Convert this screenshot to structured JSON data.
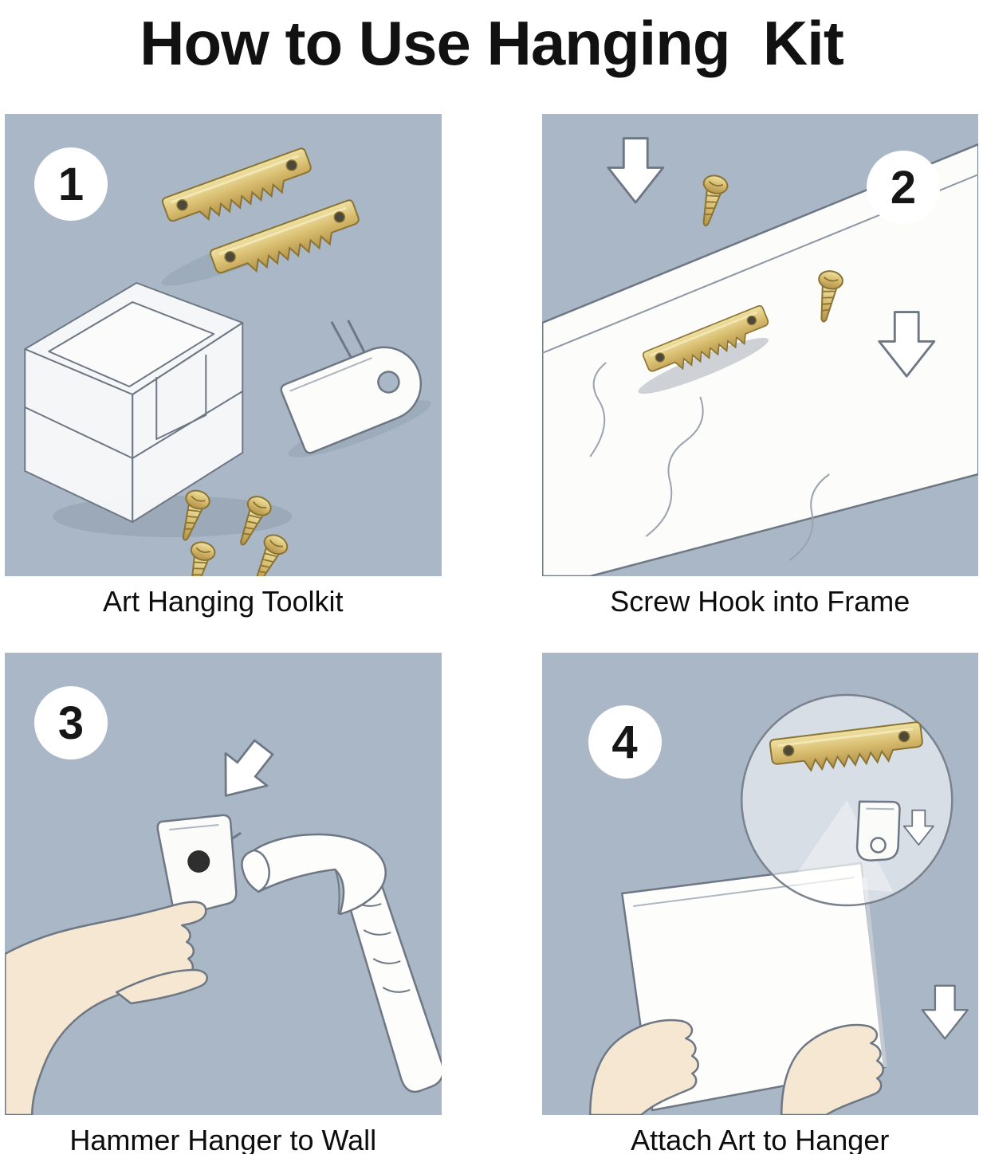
{
  "title": "How to Use Hanging  Kit",
  "steps": [
    {
      "number": "1",
      "caption": "Art Hanging Toolkit"
    },
    {
      "number": "2",
      "caption": "Screw Hook into Frame"
    },
    {
      "number": "3",
      "caption": "Hammer Hanger to Wall"
    },
    {
      "number": "4",
      "caption": "Attach Art to Hanger"
    }
  ],
  "colors": {
    "background": "#ffffff",
    "panel_background": "#a9b7c6",
    "brass": "#d6ba6c",
    "brass_dark": "#8a7434",
    "outline": "#6e7884",
    "skin": "#f6e7d2",
    "shadow": "#8c9aa9",
    "badge_background": "#ffffff",
    "text": "#111111"
  }
}
